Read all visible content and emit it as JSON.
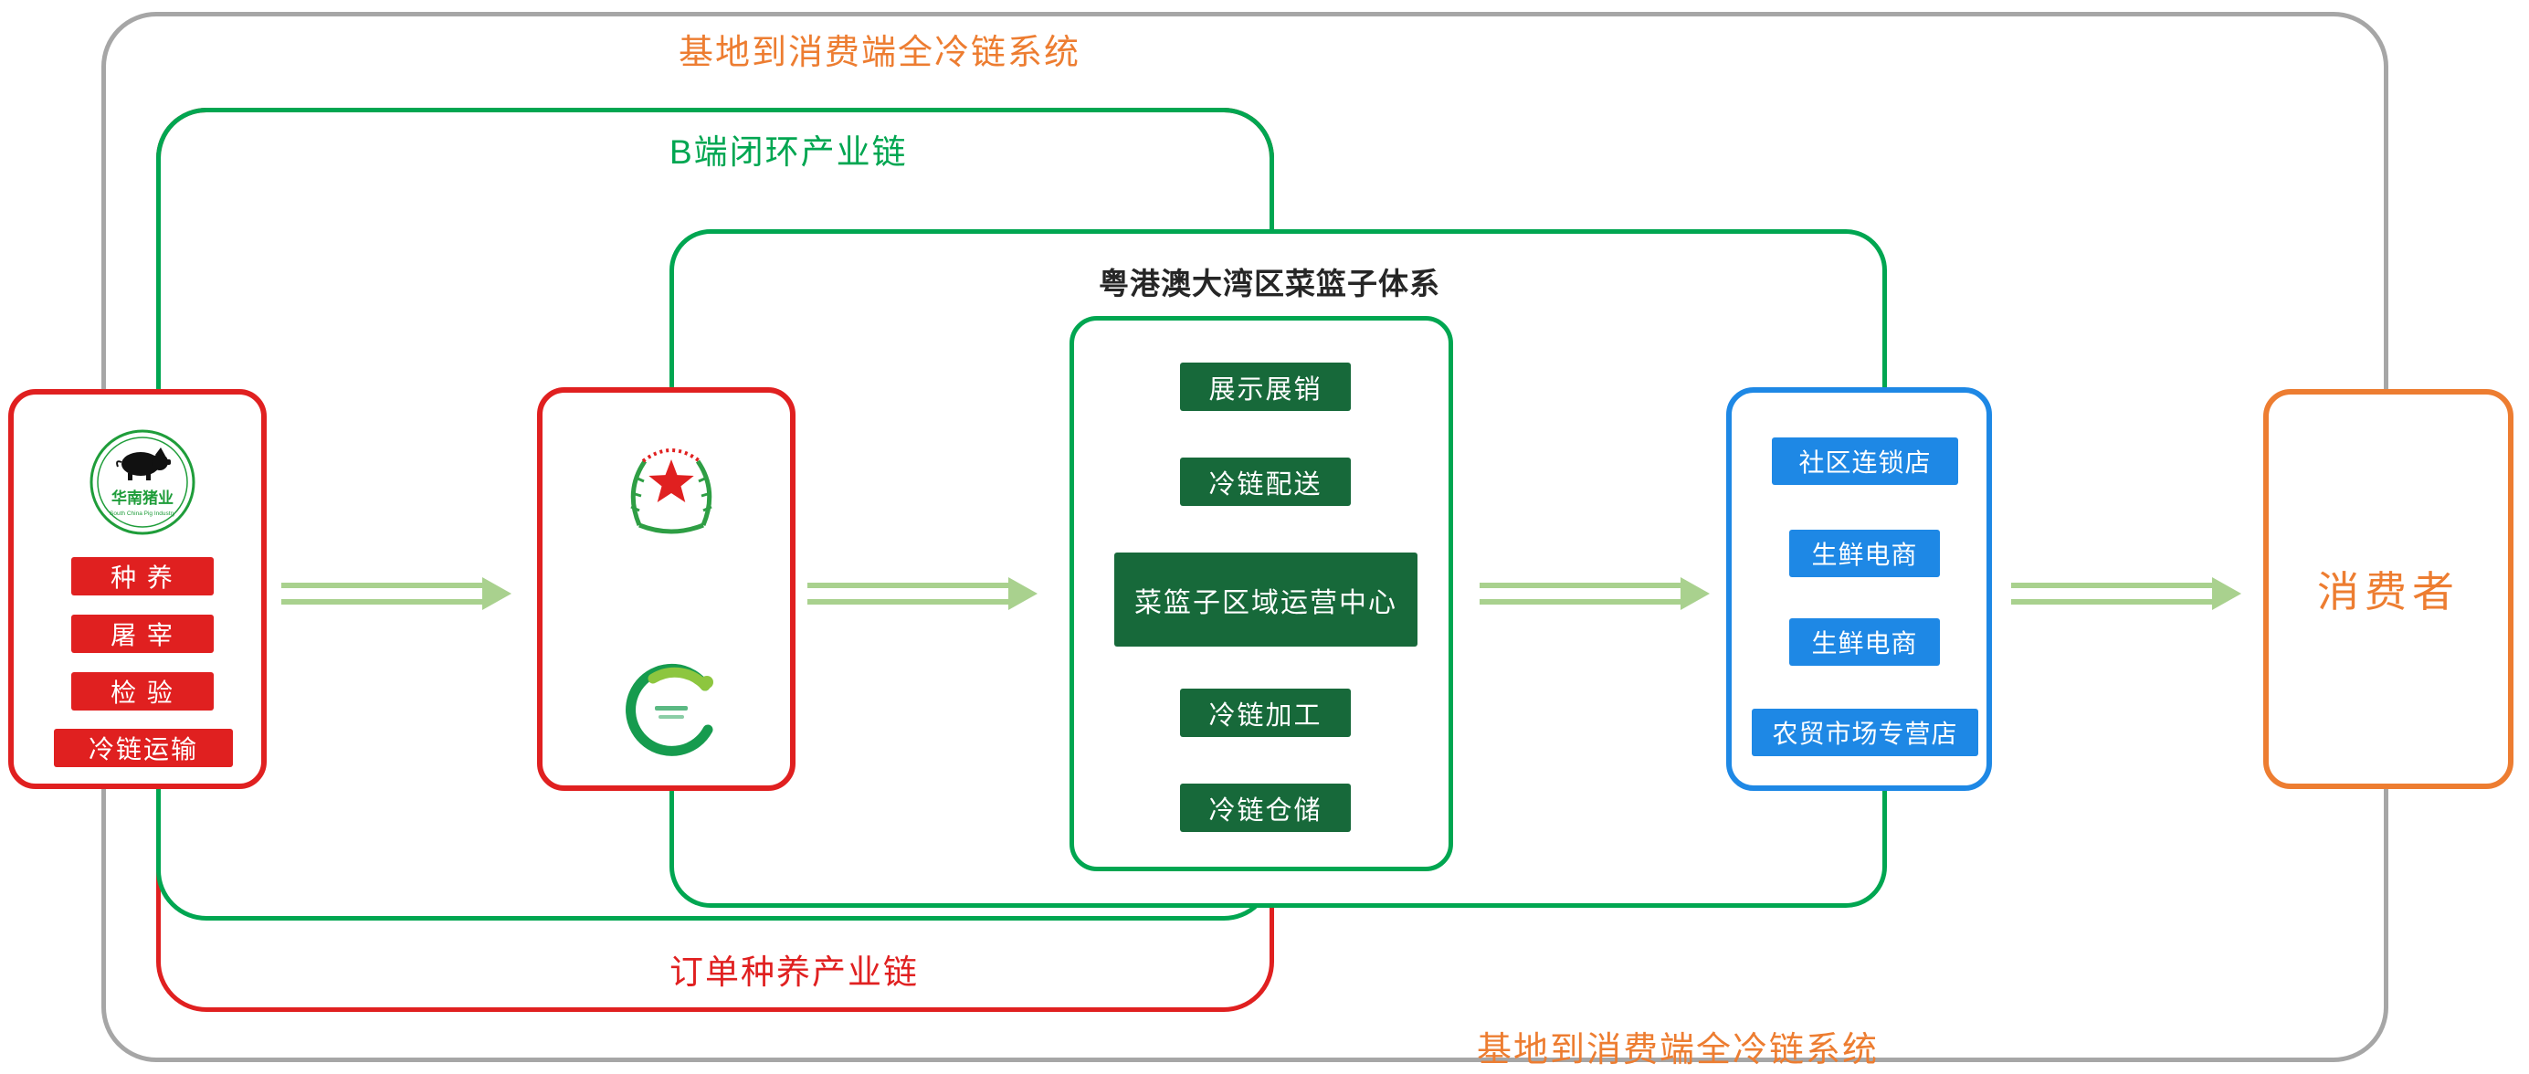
{
  "frames": {
    "outer_top_label": "基地到消费端全冷链系统",
    "outer_bottom_label": "基地到消费端全冷链系统",
    "b_chain_label": "B端闭环产业链",
    "order_chain_label": "订单种养产业链"
  },
  "farm_box": {
    "logo_text": "华南猪业",
    "logo_subtext": "South China Pig Industry",
    "items": [
      "种 养",
      "屠 宰",
      "检 验",
      "冷链运输"
    ]
  },
  "basket_box": {
    "title": "粤港澳大湾区菜篮子体系",
    "items": [
      "展示展销",
      "冷链配送",
      "菜篮子区域运营中心",
      "冷链加工",
      "冷链仓储"
    ]
  },
  "retail_box": {
    "items": [
      "社区连锁店",
      "生鲜电商",
      "生鲜电商",
      "农贸市场专营店"
    ]
  },
  "consumer_box": {
    "label": "消费者"
  },
  "colors": {
    "frame_gray": "#A6A6A6",
    "orange": "#ED7D31",
    "green": "#00A651",
    "dark_green": "#17693A",
    "red": "#E02020",
    "blue": "#1E88E5",
    "arrow_green": "#A9D18E"
  }
}
